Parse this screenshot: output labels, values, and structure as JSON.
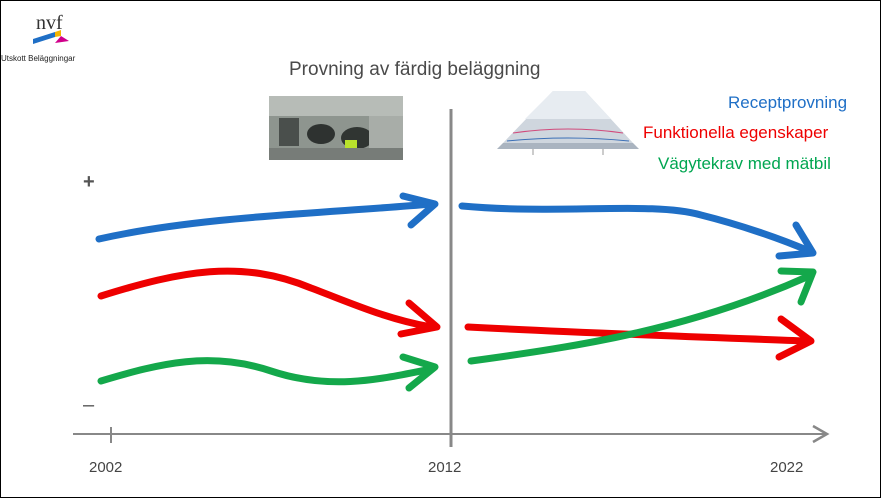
{
  "header": {
    "org_label": "Utskott Beläggningar",
    "title": "Provning av färdig beläggning",
    "logo_name": "nvf-logo"
  },
  "legend": {
    "blue": "Receptprovning",
    "red": "Funktionella egenskaper",
    "green": "Vägytekrav med mätbil"
  },
  "axis": {
    "plus": "+",
    "minus": "–",
    "ticks": [
      "2002",
      "2012",
      "2022"
    ]
  },
  "colors": {
    "blue": "#1f6fc6",
    "red": "#ee0000",
    "green": "#14a84b",
    "axis": "#888888"
  }
}
